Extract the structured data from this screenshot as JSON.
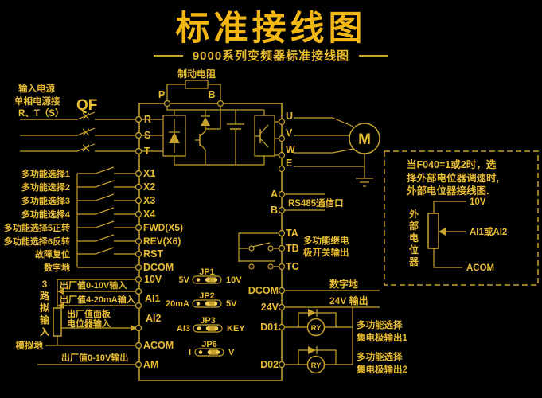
{
  "page": {
    "title": "标准接线图",
    "subtitle": "9000系列变频器标准接线图"
  },
  "colors": {
    "background": "#000000",
    "wire": "#c7a22c",
    "text": "#e9bd33",
    "title": "#f2b714"
  },
  "power_input": {
    "caption_line1": "输入电源",
    "caption_line2": "单相电源接",
    "caption_line3": "R、T（S）",
    "breaker_label": "QF",
    "terminals": [
      "R",
      "S",
      "T"
    ]
  },
  "brake": {
    "resistor_label": "制动电阻",
    "terminal_p": "P",
    "terminal_b": "B"
  },
  "power_output": {
    "terminals": [
      "U",
      "V",
      "W",
      "E"
    ],
    "motor_label": "M"
  },
  "digital_inputs": {
    "rows": [
      {
        "label": "多功能选择1",
        "terminal": "X1"
      },
      {
        "label": "多功能选择2",
        "terminal": "X2"
      },
      {
        "label": "多功能选择3",
        "terminal": "X3"
      },
      {
        "label": "多功能选择4",
        "terminal": "X4"
      },
      {
        "label": "多功能选择5正转",
        "terminal": "FWD(X5)"
      },
      {
        "label": "多功能选择6反转",
        "terminal": "REV(X6)"
      },
      {
        "label": "故障复位",
        "terminal": "RST"
      },
      {
        "label": "数字地",
        "terminal": "DCOM"
      }
    ]
  },
  "analog_inputs": {
    "group_label_chars": [
      "3",
      "路",
      "拟",
      "输",
      "入"
    ],
    "terminal_10v": "10V",
    "terminal_ai1": "AI1",
    "terminal_ai2": "AI2",
    "terminal_acom": "ACOM",
    "terminal_am": "AM",
    "ai1_note1": "出厂值0-10V输入",
    "ai1_note2": "出厂值4-20mA输入",
    "ai2_note1": "出厂值面板",
    "ai2_note2": "电位器输入",
    "acom_label": "模拟地",
    "am_note": "出厂值0-10V输出"
  },
  "jumpers": [
    {
      "name": "JP1",
      "left": "5V",
      "right": "10V"
    },
    {
      "name": "JP2",
      "left": "20mA",
      "right": "5V"
    },
    {
      "name": "JP3",
      "left": "AI3",
      "right": "KEY"
    },
    {
      "name": "JP6",
      "left": "I",
      "right": "V"
    }
  ],
  "comm": {
    "terminal_a": "A",
    "terminal_b": "B",
    "label": "RS485通信口"
  },
  "relay_output": {
    "terminal_ta": "TA",
    "terminal_tb": "TB",
    "terminal_tc": "TC",
    "note_line1": "多功能继电",
    "note_line2": "极开关输出"
  },
  "digital_outputs": {
    "terminal_dcom": "DCOM",
    "terminal_24v": "24V",
    "terminal_do1": "D01",
    "terminal_do2": "D02",
    "dcom_note": "数字地",
    "v24_note": "24V 输出",
    "relay_symbol": "RY",
    "do1_note1": "多功能选择",
    "do1_note2": "集电极输出1",
    "do2_note1": "多功能选择",
    "do2_note2": "集电极输出2"
  },
  "note_box": {
    "line1": "当F040=1或2时，选",
    "line2": "择外部电位器调速时,",
    "line3": "外部电位器接线图.",
    "terminal_10v": "10V",
    "terminal_mid": "AI1或AI2",
    "terminal_acom": "ACOM",
    "vertical_label_chars": [
      "外",
      "部",
      "电",
      "位",
      "器"
    ]
  }
}
